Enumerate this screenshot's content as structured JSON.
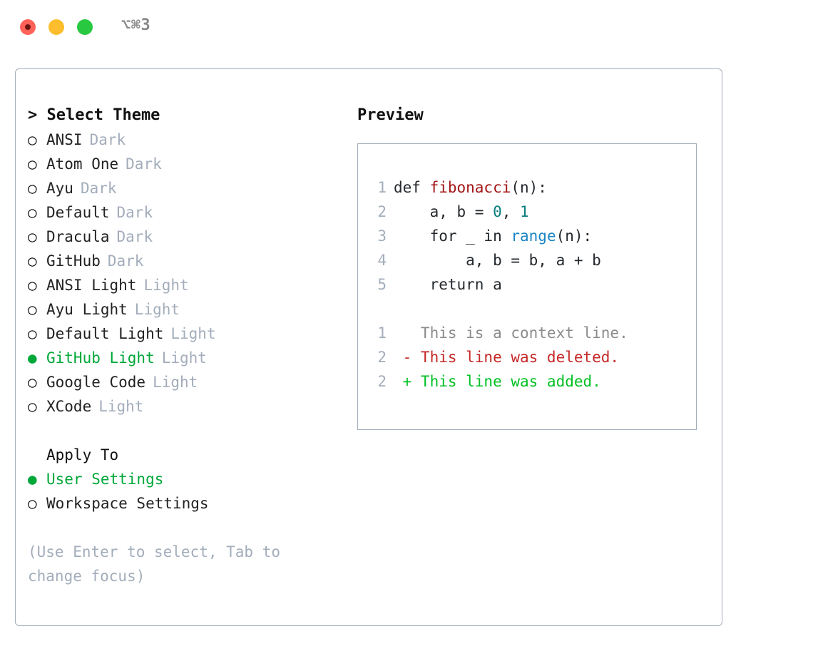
{
  "window": {
    "title": "⌥⌘3",
    "traffic_lights": [
      "close",
      "minimize",
      "maximize"
    ],
    "colors": {
      "close": "#ff6259",
      "minimize": "#fcbe2c",
      "maximize": "#28c840",
      "panel_border": "#a3adbb",
      "accent_green": "#00a83a",
      "muted": "#a3adbb"
    }
  },
  "theme_list": {
    "header": "> Select Theme",
    "marker_unselected": "○",
    "marker_selected": "●",
    "items": [
      {
        "label": "ANSI",
        "kind": "Dark",
        "selected": false
      },
      {
        "label": "Atom One",
        "kind": "Dark",
        "selected": false
      },
      {
        "label": "Ayu",
        "kind": "Dark",
        "selected": false
      },
      {
        "label": "Default",
        "kind": "Dark",
        "selected": false
      },
      {
        "label": "Dracula",
        "kind": "Dark",
        "selected": false
      },
      {
        "label": "GitHub",
        "kind": "Dark",
        "selected": false
      },
      {
        "label": "ANSI Light",
        "kind": "Light",
        "selected": false
      },
      {
        "label": "Ayu Light",
        "kind": "Light",
        "selected": false
      },
      {
        "label": "Default Light",
        "kind": "Light",
        "selected": false
      },
      {
        "label": "GitHub Light",
        "kind": "Light",
        "selected": true
      },
      {
        "label": "Google Code",
        "kind": "Light",
        "selected": false
      },
      {
        "label": "XCode",
        "kind": "Light",
        "selected": false
      }
    ]
  },
  "apply_to": {
    "title": "Apply To",
    "items": [
      {
        "label": "User Settings",
        "selected": true
      },
      {
        "label": "Workspace Settings",
        "selected": false
      }
    ]
  },
  "hint": "(Use Enter to select, Tab to change focus)",
  "preview": {
    "title": "Preview",
    "code_lines": [
      {
        "num": "1",
        "tokens": [
          {
            "t": "def ",
            "c": "tok-def"
          },
          {
            "t": "fibonacci",
            "c": "tok-fn"
          },
          {
            "t": "(n):",
            "c": "tok-punct"
          }
        ]
      },
      {
        "num": "2",
        "tokens": [
          {
            "t": "    a, b = ",
            "c": "tok-def"
          },
          {
            "t": "0",
            "c": "tok-num"
          },
          {
            "t": ", ",
            "c": "tok-punct"
          },
          {
            "t": "1",
            "c": "tok-num"
          }
        ]
      },
      {
        "num": "3",
        "tokens": [
          {
            "t": "    for _ in ",
            "c": "tok-def"
          },
          {
            "t": "range",
            "c": "tok-builtin"
          },
          {
            "t": "(n):",
            "c": "tok-punct"
          }
        ]
      },
      {
        "num": "4",
        "tokens": [
          {
            "t": "        a, b = b, a + b",
            "c": "tok-def"
          }
        ]
      },
      {
        "num": "5",
        "tokens": [
          {
            "t": "    return a",
            "c": "tok-def"
          }
        ]
      }
    ],
    "diff_lines": [
      {
        "num": "1",
        "text": "   This is a context line.",
        "kind": "diff-ctx"
      },
      {
        "num": "2",
        "text": " - This line was deleted.",
        "kind": "diff-del"
      },
      {
        "num": "2",
        "text": " + This line was added.",
        "kind": "diff-add"
      }
    ]
  }
}
